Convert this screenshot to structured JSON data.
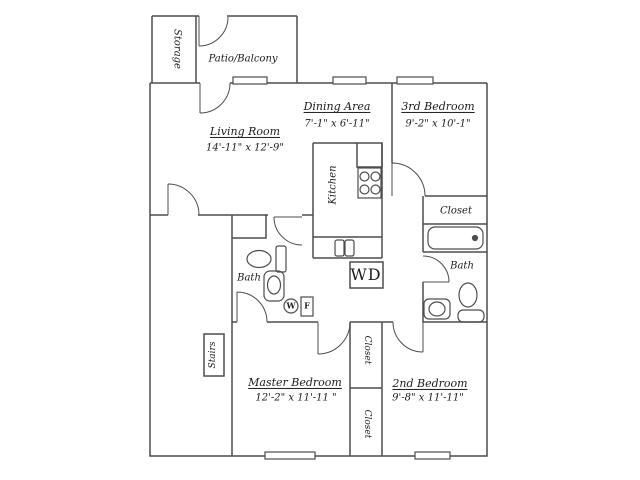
{
  "rooms": {
    "storage": {
      "label": "Storage"
    },
    "patio": {
      "label": "Patio/Balcony"
    },
    "living": {
      "label": "Living Room",
      "dims": "14'-11\" x 12'-9\""
    },
    "dining": {
      "label": "Dining Area",
      "dims": "7'-1\" x 6'-11\""
    },
    "bedroom3": {
      "label": "3rd Bedroom",
      "dims": "9'-2\" x 10'-1\""
    },
    "kitchen": {
      "label": "Kitchen"
    },
    "closet_hall": {
      "label": "Closet"
    },
    "bath_right": {
      "label": "Bath"
    },
    "bath_left": {
      "label": "Bath"
    },
    "stairs": {
      "label": "Stairs"
    },
    "master": {
      "label": "Master Bedroom",
      "dims": "12'-2\" x 11'-11 \""
    },
    "bedroom2": {
      "label": "2nd Bedroom",
      "dims": "9'-8\" x 11'-11\""
    },
    "closet_mid": {
      "label": "Closet"
    },
    "closet_bottom": {
      "label": "Closet"
    }
  },
  "fixtures": {
    "washer_dryer": "WD",
    "water_heater": "W",
    "furnace": "F"
  },
  "colors": {
    "wall": "#4d4d4d",
    "background": "#ffffff",
    "text": "#1c1c1c"
  }
}
